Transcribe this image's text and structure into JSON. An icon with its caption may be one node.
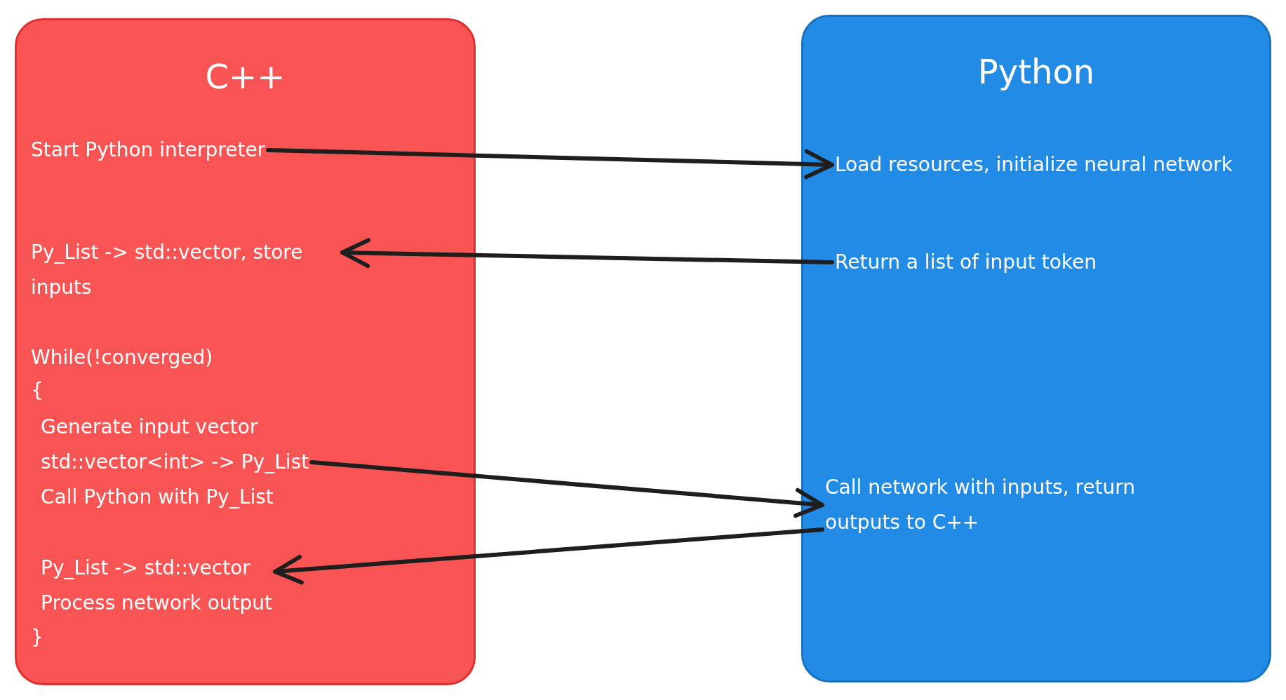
{
  "diagram": {
    "nodes": [
      {
        "text": [
          "C++"
        ]
      },
      {
        "text": [
          "Start Python interpreter"
        ],
        "in": 0
      },
      {
        "text": [
          "Py_List -> std::vector, store inputs"
        ],
        "in": 0
      },
      {
        "text": [
          "Generate input vector",
          "std::vector<int> -> Py_List",
          "Call Python with Py_List"
        ],
        "in": 0
      },
      {
        "text": [
          "Py_List -> std::vector",
          "Process network output"
        ],
        "in": 0
      },
      {
        "text": [
          "Python"
        ]
      },
      {
        "text": [
          "Load resources, initialize neural network"
        ],
        "in": 5
      },
      {
        "text": [
          "Return a list of input token"
        ],
        "in": 5
      },
      {
        "text": [
          "Call network with inputs, return outputs to C++"
        ],
        "in": 5
      }
    ],
    "edges": [
      {
        "from": 1,
        "to": 6,
        "arrow": "to"
      },
      {
        "from": 7,
        "to": 2,
        "arrow": "to"
      },
      {
        "from": 3,
        "to": 8,
        "arrow": "to"
      },
      {
        "from": 8,
        "to": 4,
        "arrow": "to"
      }
    ],
    "labels": [
      "While(!converged)",
      "{",
      "}"
    ]
  }
}
